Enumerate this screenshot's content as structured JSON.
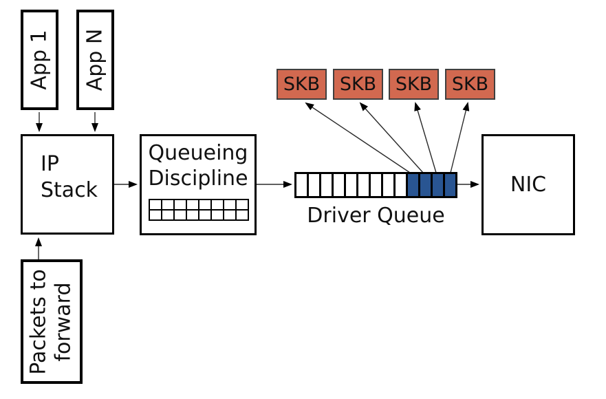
{
  "diagram": {
    "title_hint": "packet transmit path with driver queue",
    "colors": {
      "background": "#ffffff",
      "box_border": "#000000",
      "text": "#111111",
      "arrow": "#2a2a2a",
      "skb_fill": "#d26950",
      "skb_border": "#3f3f3f",
      "queued_cell_fill": "#295592",
      "empty_cell_fill": "#ffffff"
    },
    "nodes": {
      "app1": {
        "label": "App 1"
      },
      "appN": {
        "label": "App N"
      },
      "ip_stack": {
        "line1": "IP",
        "line2": "Stack"
      },
      "qdisc": {
        "line1": "Queueing",
        "line2": "Discipline",
        "grid_rows": 2,
        "grid_cols": 8
      },
      "driver_queue": {
        "label": "Driver Queue",
        "empty_cells": 9,
        "filled_cells": 4
      },
      "nic": {
        "label": "NIC"
      },
      "packets_forward": {
        "line1": "Packets to",
        "line2": "forward"
      },
      "skb_boxes": [
        {
          "label": "SKB"
        },
        {
          "label": "SKB"
        },
        {
          "label": "SKB"
        },
        {
          "label": "SKB"
        }
      ]
    },
    "flows": [
      "App 1 -> IP Stack",
      "App N -> IP Stack",
      "Packets to forward -> IP Stack",
      "IP Stack -> Queueing Discipline",
      "Queueing Discipline -> Driver Queue",
      "Driver Queue -> NIC",
      "Driver Queue filled cells -> SKB x4"
    ]
  }
}
